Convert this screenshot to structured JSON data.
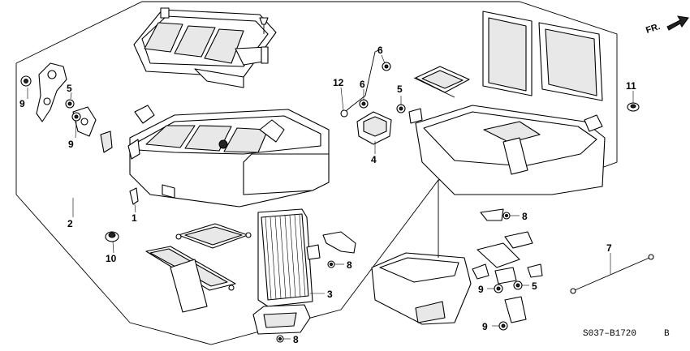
{
  "diagram": {
    "direction_label": "FR.",
    "part_code": "S037–B1720",
    "revision": "B",
    "callouts": [
      {
        "id": "c9a",
        "text": "9"
      },
      {
        "id": "c5a",
        "text": "5"
      },
      {
        "id": "c9b",
        "text": "9"
      },
      {
        "id": "c2",
        "text": "2"
      },
      {
        "id": "c1",
        "text": "1"
      },
      {
        "id": "c10",
        "text": "10"
      },
      {
        "id": "c12",
        "text": "12"
      },
      {
        "id": "c6a",
        "text": "6"
      },
      {
        "id": "c6b",
        "text": "6"
      },
      {
        "id": "c5b",
        "text": "5"
      },
      {
        "id": "c4",
        "text": "4"
      },
      {
        "id": "c11",
        "text": "11"
      },
      {
        "id": "c8a",
        "text": "8"
      },
      {
        "id": "c8b",
        "text": "8"
      },
      {
        "id": "c3",
        "text": "3"
      },
      {
        "id": "c8c",
        "text": "8"
      },
      {
        "id": "c7",
        "text": "7"
      },
      {
        "id": "c9c",
        "text": "9"
      },
      {
        "id": "c5c",
        "text": "5"
      },
      {
        "id": "c9d",
        "text": "9"
      }
    ]
  }
}
